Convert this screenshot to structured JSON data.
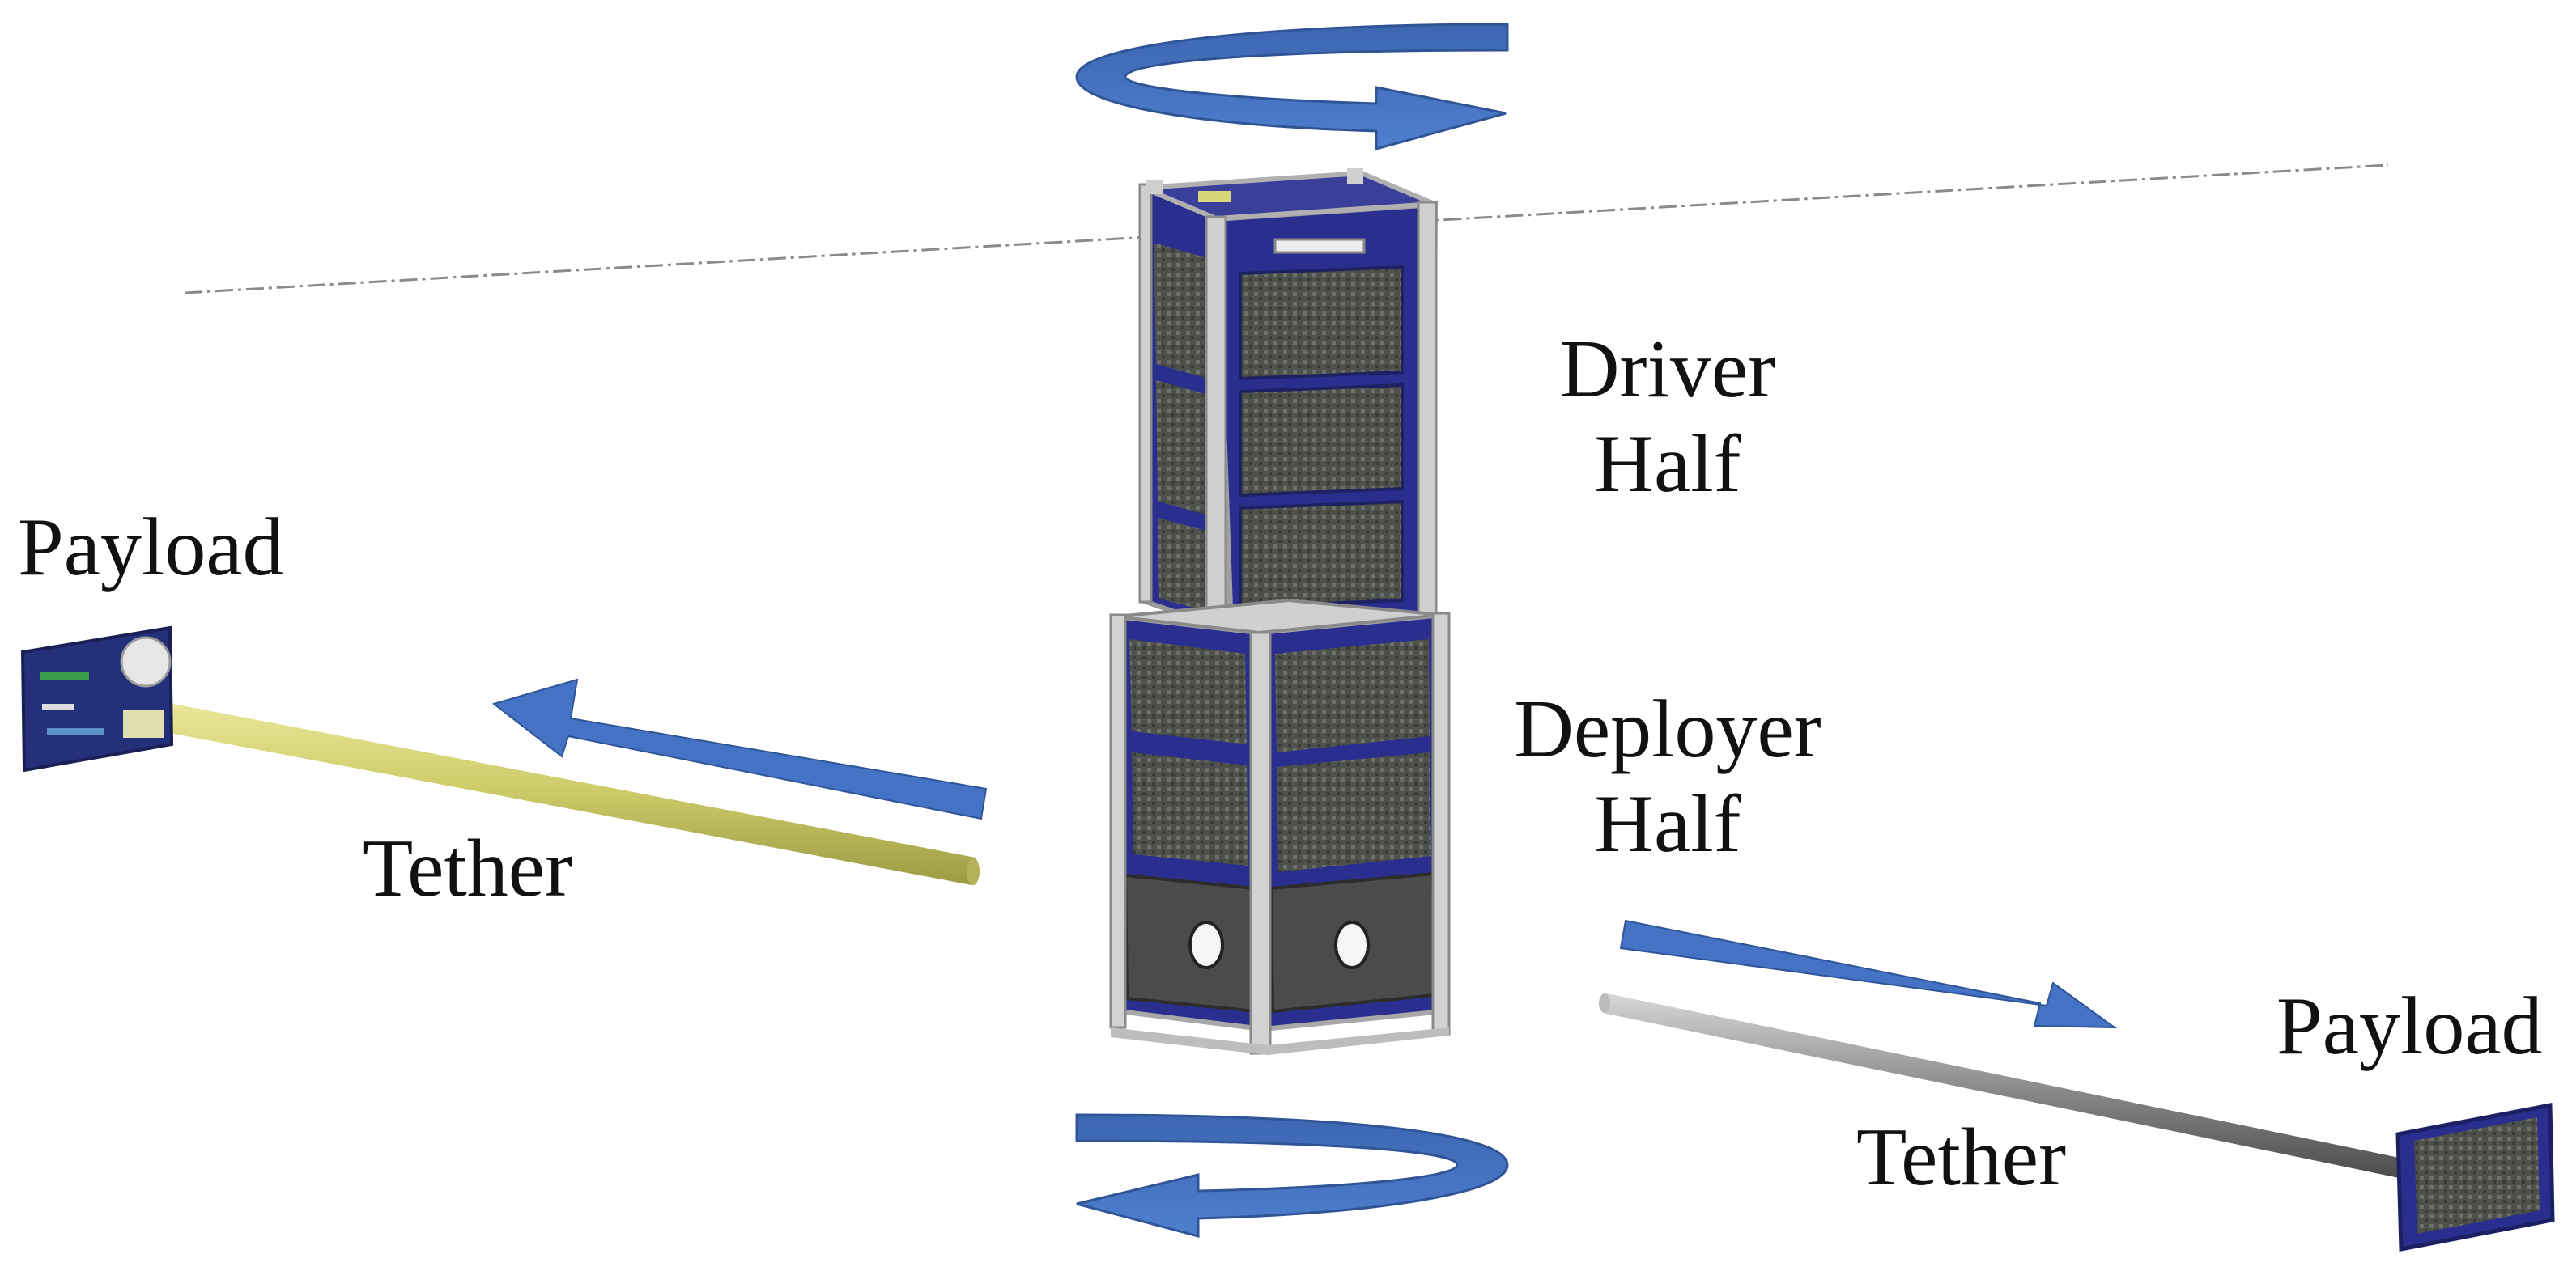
{
  "labels": {
    "driver_half": [
      "Driver",
      "Half"
    ],
    "deployer_half": [
      "Deployer",
      "Half"
    ],
    "payload_left": "Payload",
    "payload_right": "Payload",
    "tether_left": "Tether",
    "tether_right": "Tether"
  },
  "colors": {
    "arrow_blue": "#4472c4",
    "arrow_blue_dark": "#2f5597",
    "frame_silver": "#c9c9c9",
    "panel_navy": "#2a2f8f",
    "solar_cell": "#4a4d46",
    "tether_left_yellow": "#d2cf72",
    "tether_right_grey": "#8a8a8a",
    "axis_line": "#8a8a8a"
  },
  "icons": {
    "spin_top": "rotation-arrow-icon",
    "spin_bottom": "rotation-arrow-icon",
    "deploy_left": "arrow-left-icon",
    "deploy_right": "arrow-right-icon"
  }
}
